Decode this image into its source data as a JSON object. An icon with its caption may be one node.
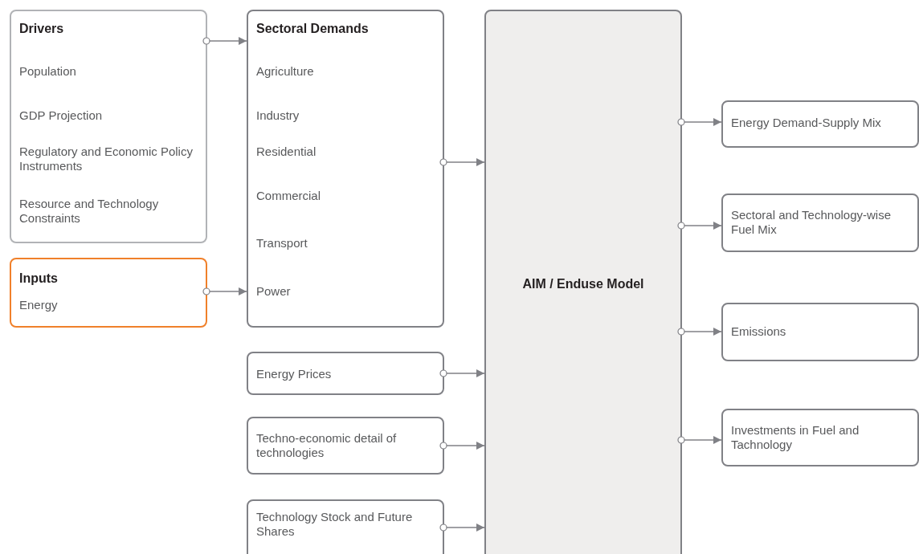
{
  "diagram": {
    "nodes": [
      {
        "text": [
          "Drivers",
          "Population",
          "GDP Projection",
          "Regulatory and Economic Policy Instruments",
          "Resource and Technology Constraints"
        ]
      },
      {
        "text": [
          "Inputs",
          "Energy"
        ]
      },
      {
        "text": [
          "Sectoral Demands",
          "Agriculture",
          "Industry",
          "Residential",
          "Commercial",
          "Transport",
          "Power"
        ]
      },
      {
        "text": [
          "Energy Prices"
        ]
      },
      {
        "text": [
          "Techno-economic detail of technologies"
        ]
      },
      {
        "text": [
          "Technology Stock and Future Shares"
        ]
      },
      {
        "text": [
          "AIM / Enduse Model"
        ]
      },
      {
        "text": [
          "Energy Demand-Supply Mix"
        ]
      },
      {
        "text": [
          "Sectoral and Technology-wise Fuel Mix"
        ]
      },
      {
        "text": [
          "Emissions"
        ]
      },
      {
        "text": [
          "Investments in Fuel and Tachnology"
        ]
      }
    ],
    "edges": [
      {
        "from": 0,
        "to": 2,
        "arrow": "to"
      },
      {
        "from": 1,
        "to": 2,
        "arrow": "to"
      },
      {
        "from": 2,
        "to": 6,
        "arrow": "to"
      },
      {
        "from": 3,
        "to": 6,
        "arrow": "to"
      },
      {
        "from": 4,
        "to": 6,
        "arrow": "to"
      },
      {
        "from": 5,
        "to": 6,
        "arrow": "to"
      },
      {
        "from": 6,
        "to": 7,
        "arrow": "to"
      },
      {
        "from": 6,
        "to": 8,
        "arrow": "to"
      },
      {
        "from": 6,
        "to": 9,
        "arrow": "to"
      },
      {
        "from": 6,
        "to": 10,
        "arrow": "to"
      }
    ]
  }
}
